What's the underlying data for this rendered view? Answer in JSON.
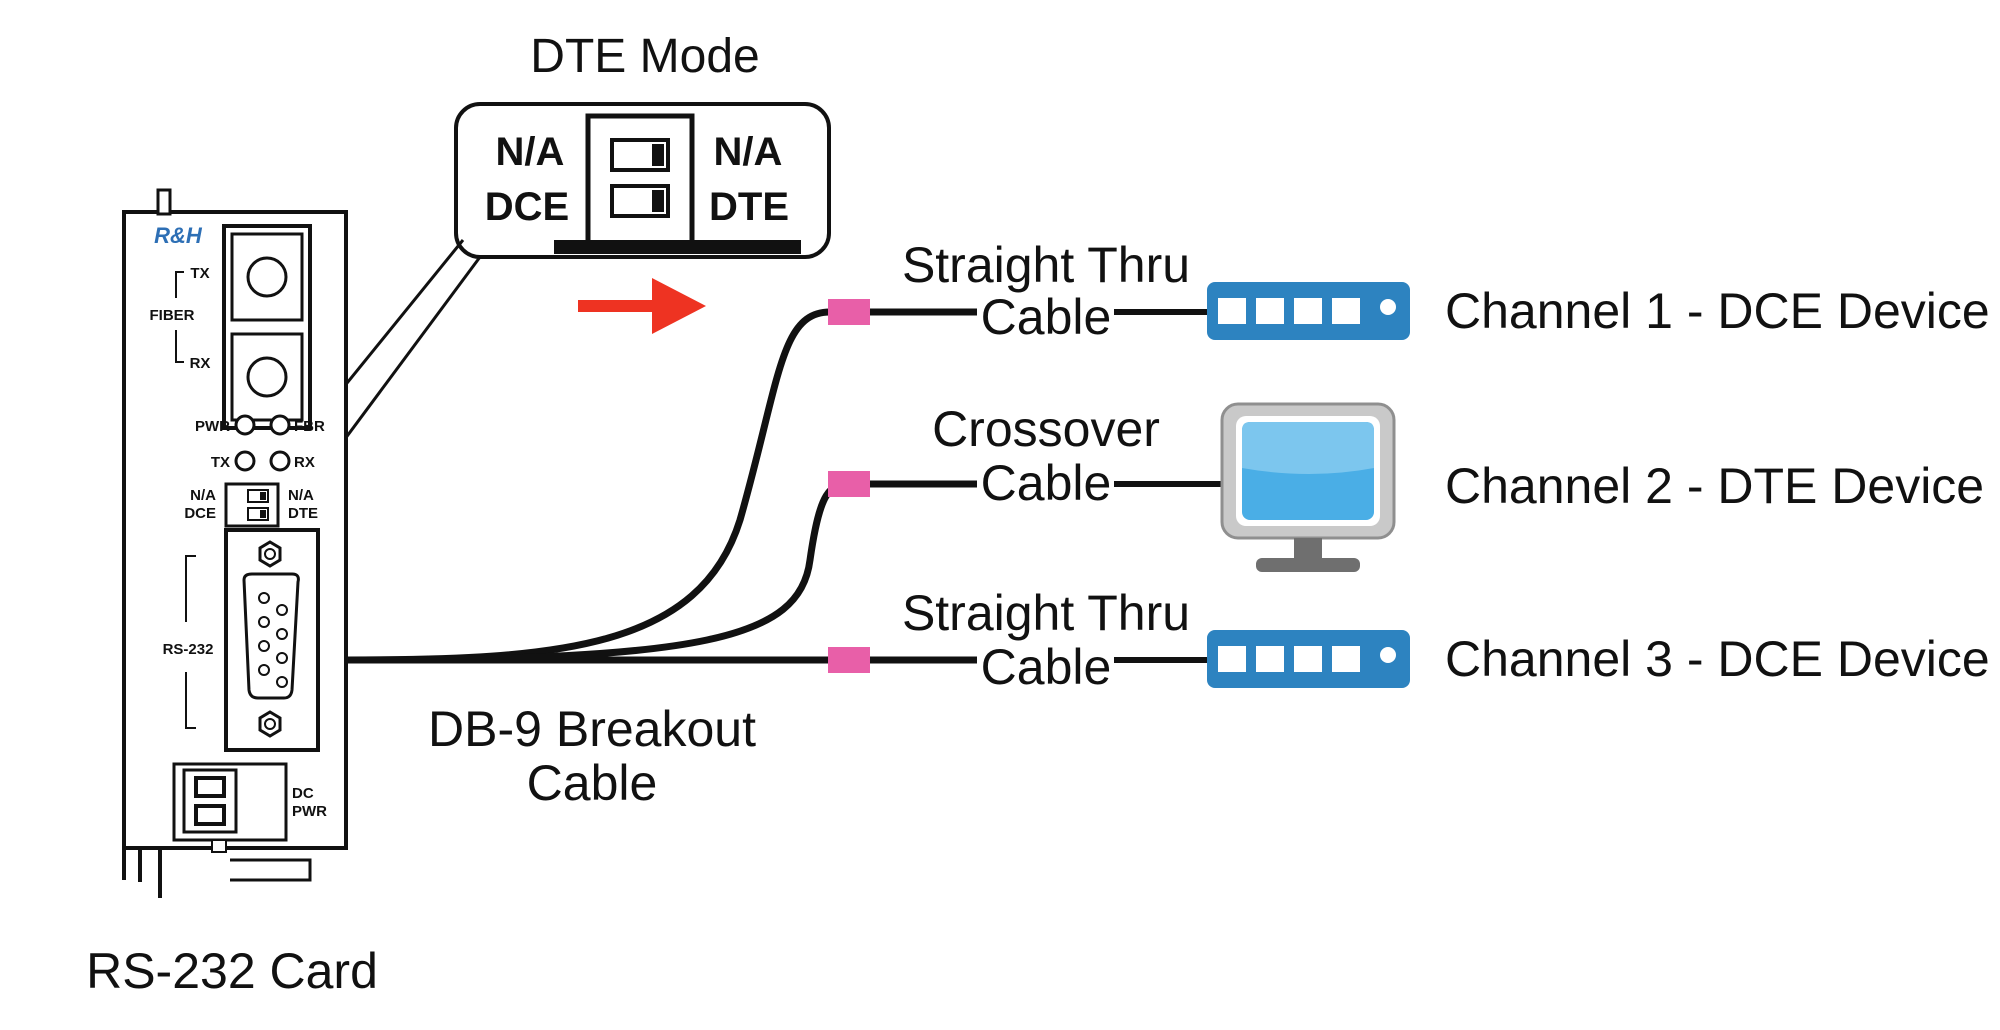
{
  "diagram": {
    "dte_mode_title": "DTE Mode",
    "switch_callout": {
      "left_top": "N/A",
      "left_bottom": "DCE",
      "right_top": "N/A",
      "right_bottom": "DTE"
    },
    "card": {
      "caption": "RS-232 Card",
      "logo": "R&H",
      "fiber_label": "FIBER",
      "tx_label": "TX",
      "rx_label": "RX",
      "pwr_led": "PWR",
      "fbr_led": "FBR",
      "tx_led": "TX",
      "rx_led": "RX",
      "sw_left_top": "N/A",
      "sw_left_bottom": "DCE",
      "sw_right_top": "N/A",
      "sw_right_bottom": "DTE",
      "rs232_label": "RS-232",
      "dc_label": "DC",
      "pwr_label": "PWR"
    },
    "breakout": {
      "line1": "DB-9 Breakout",
      "line2": "Cable"
    },
    "channels": [
      {
        "cable_line1": "Straight Thru",
        "cable_line2": "Cable",
        "device_label": "Channel 1 - DCE Device",
        "device_icon": "network-switch-icon"
      },
      {
        "cable_line1": "Crossover",
        "cable_line2": "Cable",
        "device_label": "Channel 2 - DTE Device",
        "device_icon": "monitor-icon"
      },
      {
        "cable_line1": "Straight Thru",
        "cable_line2": "Cable",
        "device_label": "Channel 3 - DCE Device",
        "device_icon": "network-switch-icon"
      }
    ],
    "colors": {
      "arrow": "#ee3322",
      "cable_connector": "#e85fa8",
      "device_blue": "#2d83c0",
      "screen_blue": "#4aaee6"
    }
  }
}
